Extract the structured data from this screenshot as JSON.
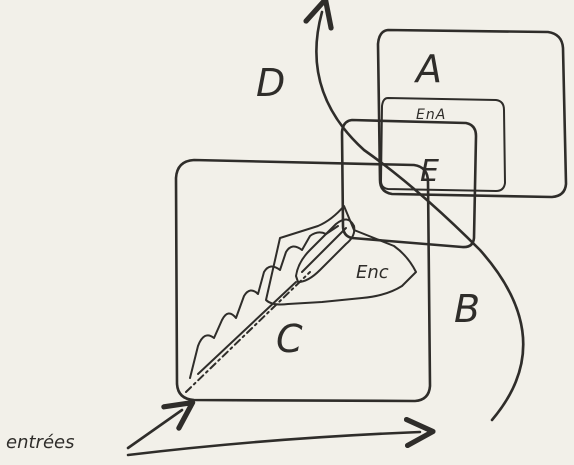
{
  "labels": {
    "A": "A",
    "B": "B",
    "C": "C",
    "D": "D",
    "E": "E",
    "EnA": "EnA",
    "EnC": "Enc",
    "entrees": "entrées"
  },
  "colors": {
    "paper": "#f2f0e9",
    "ink": "#2f2d2a"
  }
}
